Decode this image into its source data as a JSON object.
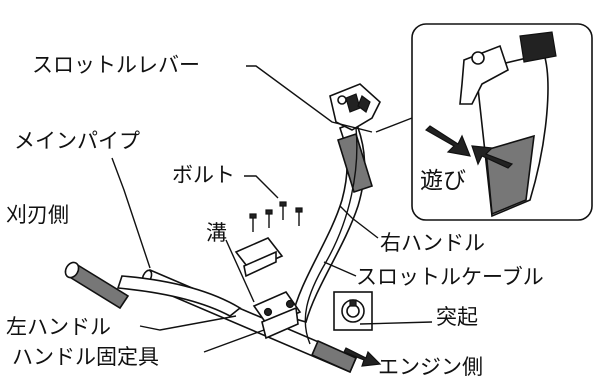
{
  "labels": {
    "throttle_lever": "スロットルレバー",
    "main_pipe": "メインパイプ",
    "bolt": "ボルト",
    "blade_side": "刈刃側",
    "groove": "溝",
    "right_handle": "右ハンドル",
    "throttle_cable": "スロットルケーブル",
    "protrusion": "突起",
    "left_handle": "左ハンドル",
    "handle_fixture": "ハンドル固定具",
    "engine_side": "エンジン側",
    "play": "遊び"
  },
  "colors": {
    "line": "#111111",
    "grip_fill": "#777777",
    "background": "#ffffff"
  }
}
